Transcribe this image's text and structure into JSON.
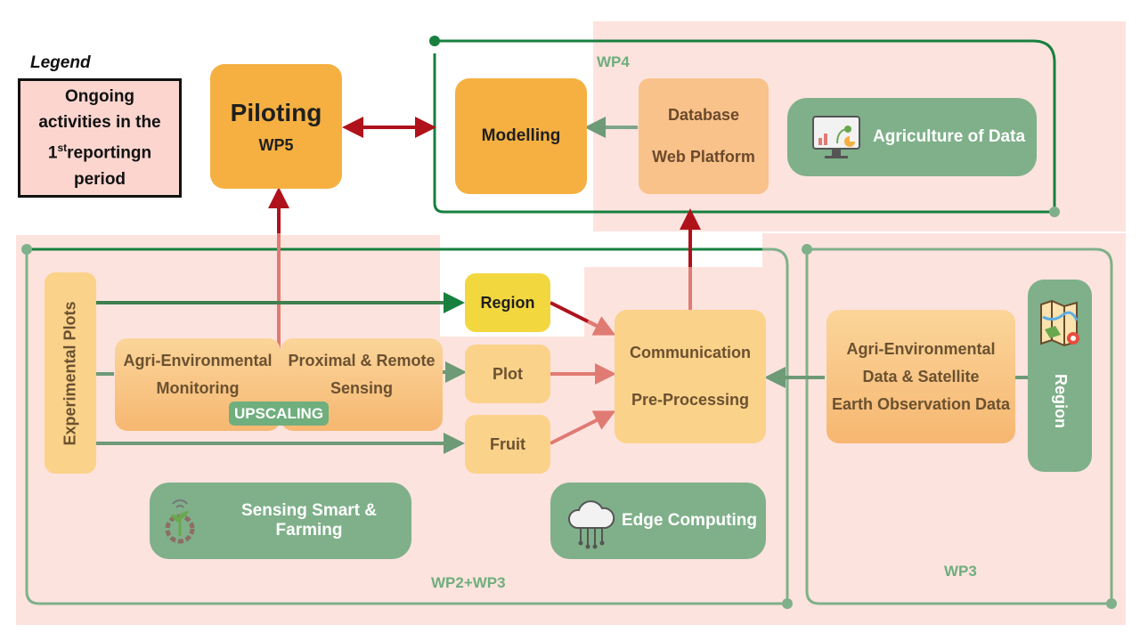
{
  "legend": {
    "title": "Legend",
    "line1": "Ongoing",
    "line2": "activities in the",
    "line3_prefix": "1",
    "line3_sup": "st",
    "line3_suffix": "reportingn",
    "line4": "period"
  },
  "piloting": {
    "title": "Piloting",
    "sub": "WP5"
  },
  "modelling": {
    "label": "Modelling"
  },
  "wp4": {
    "label": "WP4"
  },
  "database": {
    "line1": "Database",
    "line2": "Web Platform"
  },
  "agri_data": {
    "label": "Agriculture of Data"
  },
  "experimental": {
    "label": "Experimental Plots"
  },
  "monitoring": {
    "line1": "Agri-Environmental",
    "line2": "Monitoring"
  },
  "sensing": {
    "line1": "Proximal & Remote",
    "line2": "Sensing"
  },
  "upscaling": {
    "label": "UPSCALING"
  },
  "region_box": {
    "label": "Region"
  },
  "plot_box": {
    "label": "Plot"
  },
  "fruit_box": {
    "label": "Fruit"
  },
  "communication": {
    "line1": "Communication",
    "line2": "Pre-Processing"
  },
  "agri_env_data": {
    "line1": "Agri-Environmental",
    "line2": "Data & Satellite",
    "line3": "Earth Observation Data"
  },
  "region_vertical": {
    "label": "Region"
  },
  "smart_farming": {
    "label": "Sensing Smart & Farming"
  },
  "edge": {
    "label": "Edge Computing"
  },
  "wp23": {
    "label": "WP2+WP3"
  },
  "wp3": {
    "label": "WP3"
  },
  "colors": {
    "dark_red": "#b0121b",
    "pink_arrow": "#e07b74",
    "dark_green": "#17803f",
    "soft_green": "#7fb08a"
  }
}
